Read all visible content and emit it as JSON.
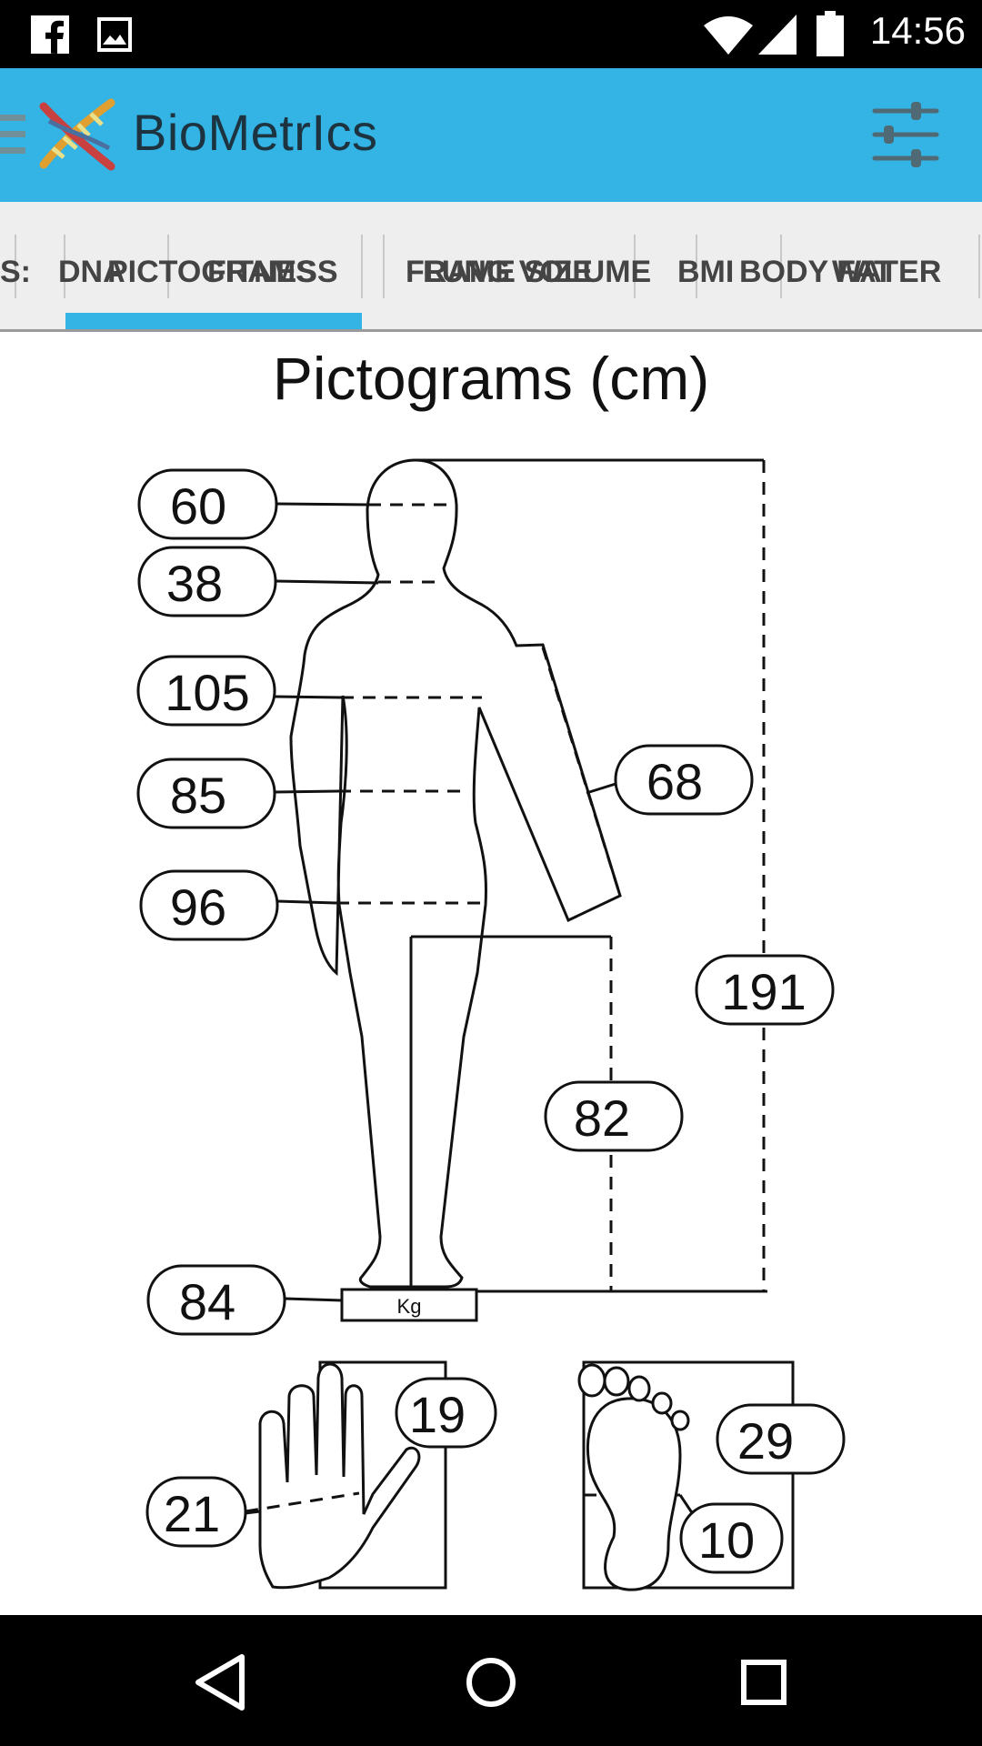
{
  "status": {
    "time": "14:56",
    "notification_icons": [
      "facebook-icon",
      "gallery-icon"
    ],
    "system_icons": [
      "wifi-icon",
      "signal-icon",
      "battery-icon"
    ]
  },
  "appbar": {
    "title": "BioMetrIcs",
    "menu_icon": "menu-icon",
    "logo": "dna-logo",
    "settings_icon": "sliders-icon"
  },
  "tabs": [
    {
      "label": "S:"
    },
    {
      "label": "DNA"
    },
    {
      "label": "PICTOGRAMS",
      "active": true
    },
    {
      "label": "FITNESS"
    },
    {
      "label": "FRAME SIZE"
    },
    {
      "label": "LUNG VOLUME"
    },
    {
      "label": "BMI"
    },
    {
      "label": "BODY FAT"
    },
    {
      "label": "WATER"
    }
  ],
  "colors": {
    "accent": "#33b4e5",
    "tab_text": "#444444"
  },
  "page": {
    "title": "Pictograms (cm)"
  },
  "measurements": {
    "head": "60",
    "neck": "38",
    "chest": "105",
    "waist": "85",
    "hips": "96",
    "arm": "68",
    "height": "191",
    "leg": "82",
    "weight": "84",
    "weight_unit": "Kg",
    "hand_length": "19",
    "hand_width": "21",
    "foot_length": "29",
    "foot_width": "10"
  },
  "navbar": {
    "buttons": [
      "back-icon",
      "home-icon",
      "recents-icon"
    ]
  }
}
